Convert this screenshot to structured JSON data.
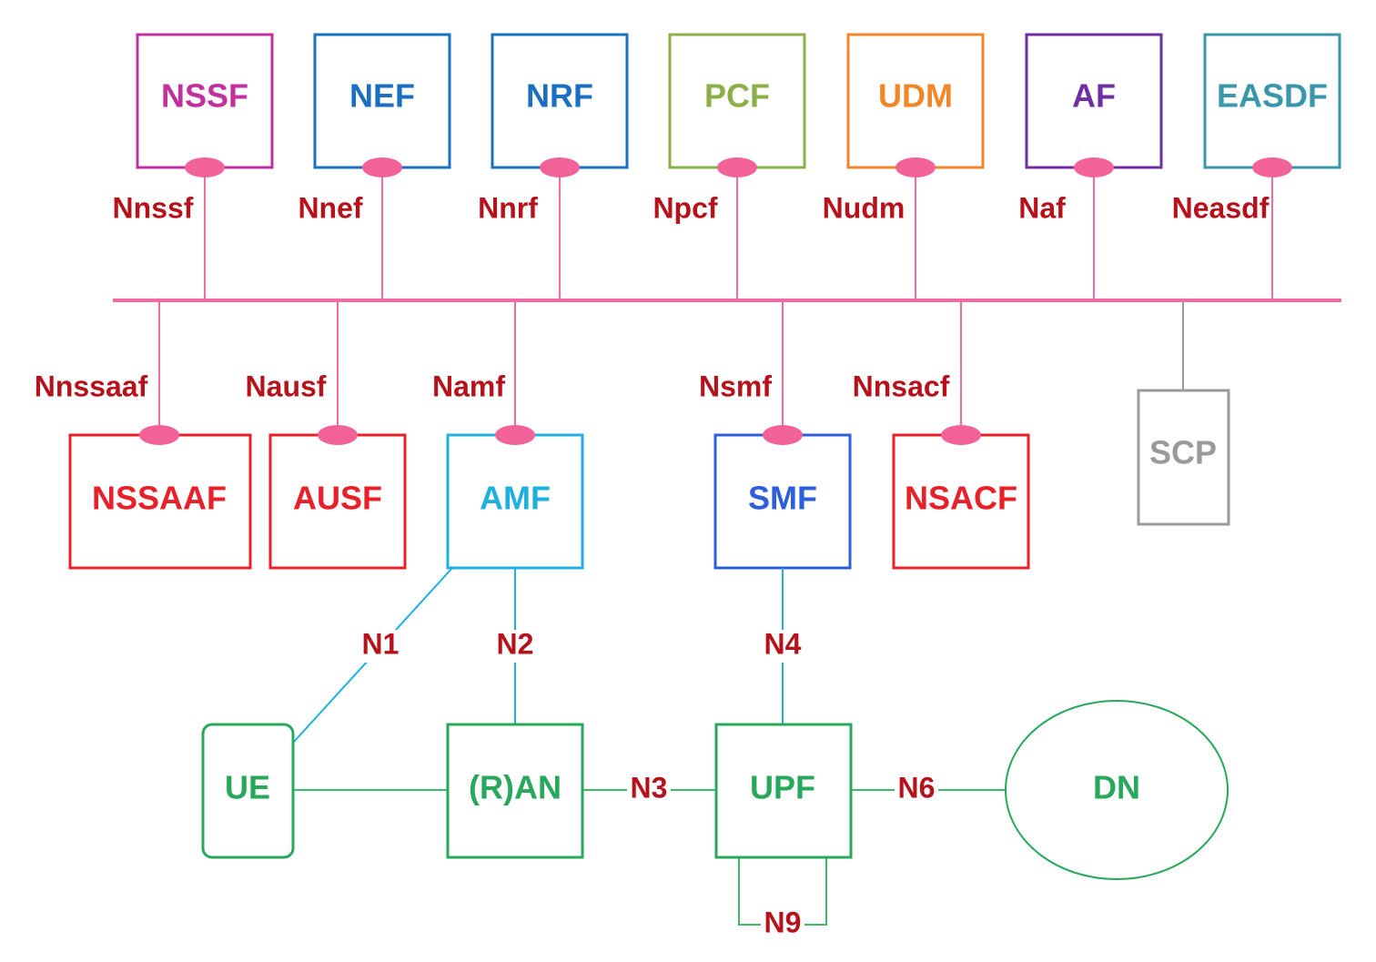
{
  "colors": {
    "bus": "#f06aa5",
    "connector": "#f26299",
    "interface_label": "#b5121b",
    "access_line_blue": "#1fb0e0",
    "access_line_green": "#3dbb6a",
    "scp_line": "#9a9a9a"
  },
  "top_functions": [
    {
      "id": "nssf",
      "label": "NSSF",
      "interface": "Nnssf",
      "color": "#c2309f"
    },
    {
      "id": "nef",
      "label": "NEF",
      "interface": "Nnef",
      "color": "#1a6fbf"
    },
    {
      "id": "nrf",
      "label": "NRF",
      "interface": "Nnrf",
      "color": "#1a6fbf"
    },
    {
      "id": "pcf",
      "label": "PCF",
      "interface": "Npcf",
      "color": "#8bb04a"
    },
    {
      "id": "udm",
      "label": "UDM",
      "interface": "Nudm",
      "color": "#f0872a"
    },
    {
      "id": "af",
      "label": "AF",
      "interface": "Naf",
      "color": "#6f2fa2"
    },
    {
      "id": "easdf",
      "label": "EASDF",
      "interface": "Neasdf",
      "color": "#3a97ab"
    }
  ],
  "middle_functions": [
    {
      "id": "nssaaf",
      "label": "NSSAAF",
      "interface": "Nnssaaf",
      "color": "#e8202a"
    },
    {
      "id": "ausf",
      "label": "AUSF",
      "interface": "Nausf",
      "color": "#e8202a"
    },
    {
      "id": "amf",
      "label": "AMF",
      "interface": "Namf",
      "color": "#1fb0e0"
    },
    {
      "id": "smf",
      "label": "SMF",
      "interface": "Nsmf",
      "color": "#2f5fd8"
    },
    {
      "id": "nsacf",
      "label": "NSACF",
      "interface": "Nnsacf",
      "color": "#e8202a"
    }
  ],
  "scp": {
    "label": "SCP",
    "color": "#9a9a9a"
  },
  "user_plane": {
    "ue": {
      "label": "UE",
      "color": "#27a85a"
    },
    "ran": {
      "label": "(R)AN",
      "color": "#27a85a"
    },
    "upf": {
      "label": "UPF",
      "color": "#27a85a"
    },
    "dn": {
      "label": "DN",
      "color": "#27a85a"
    }
  },
  "reference_points": {
    "n1": "N1",
    "n2": "N2",
    "n3": "N3",
    "n4": "N4",
    "n6": "N6",
    "n9": "N9"
  }
}
